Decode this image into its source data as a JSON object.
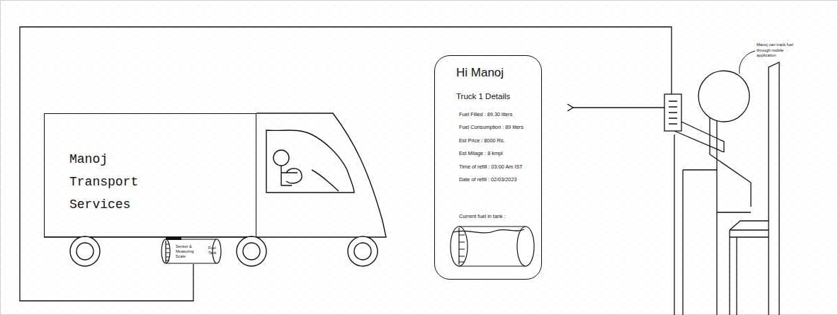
{
  "diagram": {
    "nodes": [
      {
        "text": [
          "Manoj Transport Services"
        ]
      },
      {
        "text": [
          "Sensor & Measuring Scale",
          "Fuel Tank"
        ]
      },
      {
        "text": [
          "Hi Manoj",
          "Truck 1 Details",
          "Fuel Filled : 89.30 liters",
          "Fuel Consumption : 89 liters",
          "Est Price : 8000 Rs.",
          "Est Milage : 8 kmpl",
          "Time of refill : 03:00 Am IST",
          "Date of refill : 02/03/2023",
          "Current fuel in tank :"
        ]
      }
    ],
    "labels": [
      "Manoj can track fuel through mobile application"
    ]
  }
}
